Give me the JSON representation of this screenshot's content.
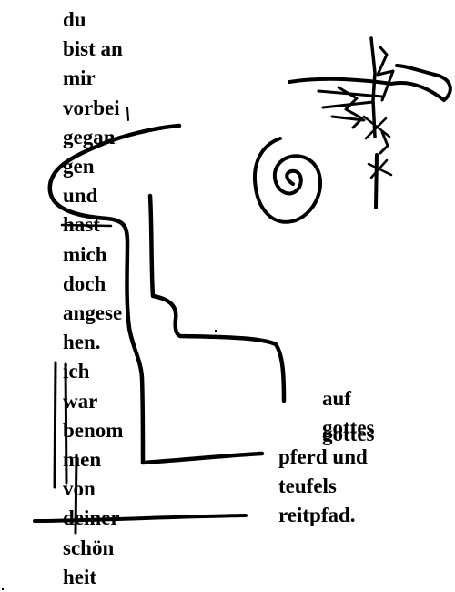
{
  "poem": {
    "left_lines": [
      "du",
      "bist an",
      "mir",
      "vorbei",
      "gegan",
      "gen",
      "und",
      "hast",
      "mich",
      "doch",
      "angese",
      "hen.",
      "ich",
      "war",
      "benom",
      "men",
      "von",
      "deiner",
      "schön",
      "heit"
    ],
    "right_lines": [
      "auf",
      "gottes",
      "pferd und",
      "teufels",
      "reitpfad."
    ],
    "overlap_word": "gottes"
  },
  "drawing": {
    "ink_color": "#000000",
    "background_color": "#ffffff"
  }
}
